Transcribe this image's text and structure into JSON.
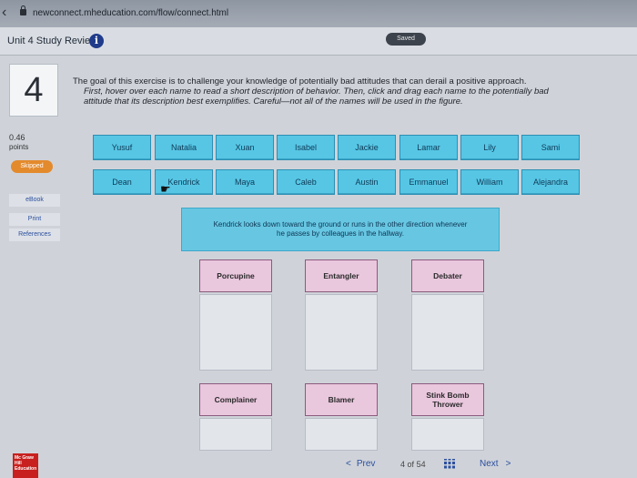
{
  "browser": {
    "url": "newconnect.mheducation.com/flow/connect.html"
  },
  "header": {
    "title": "Unit 4 Study Review",
    "saved_label": "Saved"
  },
  "question": {
    "number": "4",
    "points_value": "0.46",
    "points_label": "points",
    "status": "Skipped"
  },
  "sidebar_links": [
    "eBook",
    "Print",
    "References"
  ],
  "instructions": {
    "line1": "The goal of this exercise is to challenge your knowledge of potentially bad attitudes that can derail a positive approach.",
    "line2": "First, hover over each name to read a short description of behavior. Then, click and drag each name to the potentially bad",
    "line3": "attitude that its description best exemplifies. Careful—not all of the names will be used in the figure."
  },
  "names_row1": [
    "Yusuf",
    "Natalia",
    "Xuan",
    "Isabel",
    "Jackie",
    "Lamar",
    "Lily",
    "Sami"
  ],
  "names_row2": [
    "Dean",
    "Kendrick",
    "Maya",
    "Caleb",
    "Austin",
    "Emmanuel",
    "William",
    "Alejandra"
  ],
  "tooltip": {
    "line1": "Kendrick looks down toward the ground or runs in the other direction whenever",
    "line2": "he passes by colleagues in the hallway."
  },
  "attitudes_row1": [
    "Porcupine",
    "Entangler",
    "Debater"
  ],
  "attitudes_row2": [
    "Complainer",
    "Blamer",
    "Stink Bomb Thrower"
  ],
  "nav": {
    "prev_label": "Prev",
    "page_current": "4",
    "page_sep": "of",
    "page_total": "54",
    "next_label": "Next"
  },
  "logo_text": "Mc Graw Hill Education",
  "colors": {
    "name_button": "#57c6e5",
    "attitude_label": "#e9c7dd",
    "skipped": "#e38a2d",
    "link": "#2c4f9e"
  },
  "icons": [
    "back-icon",
    "lock-icon",
    "info-icon",
    "cursor-hand-icon",
    "chevron-left-icon",
    "grid-icon",
    "chevron-right-icon"
  ]
}
